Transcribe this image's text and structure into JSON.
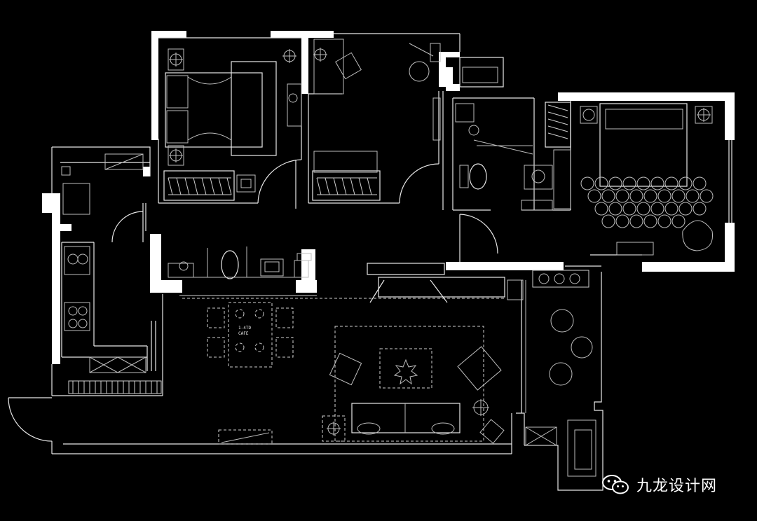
{
  "watermark": {
    "text": "九龙设计网",
    "icon": "wechat-icon"
  },
  "table_note": {
    "line1": "1-4TD",
    "line2": "CAFE"
  },
  "colors": {
    "background": "#000000",
    "walls": "#ffffff",
    "lines": "#e8e8e8"
  }
}
